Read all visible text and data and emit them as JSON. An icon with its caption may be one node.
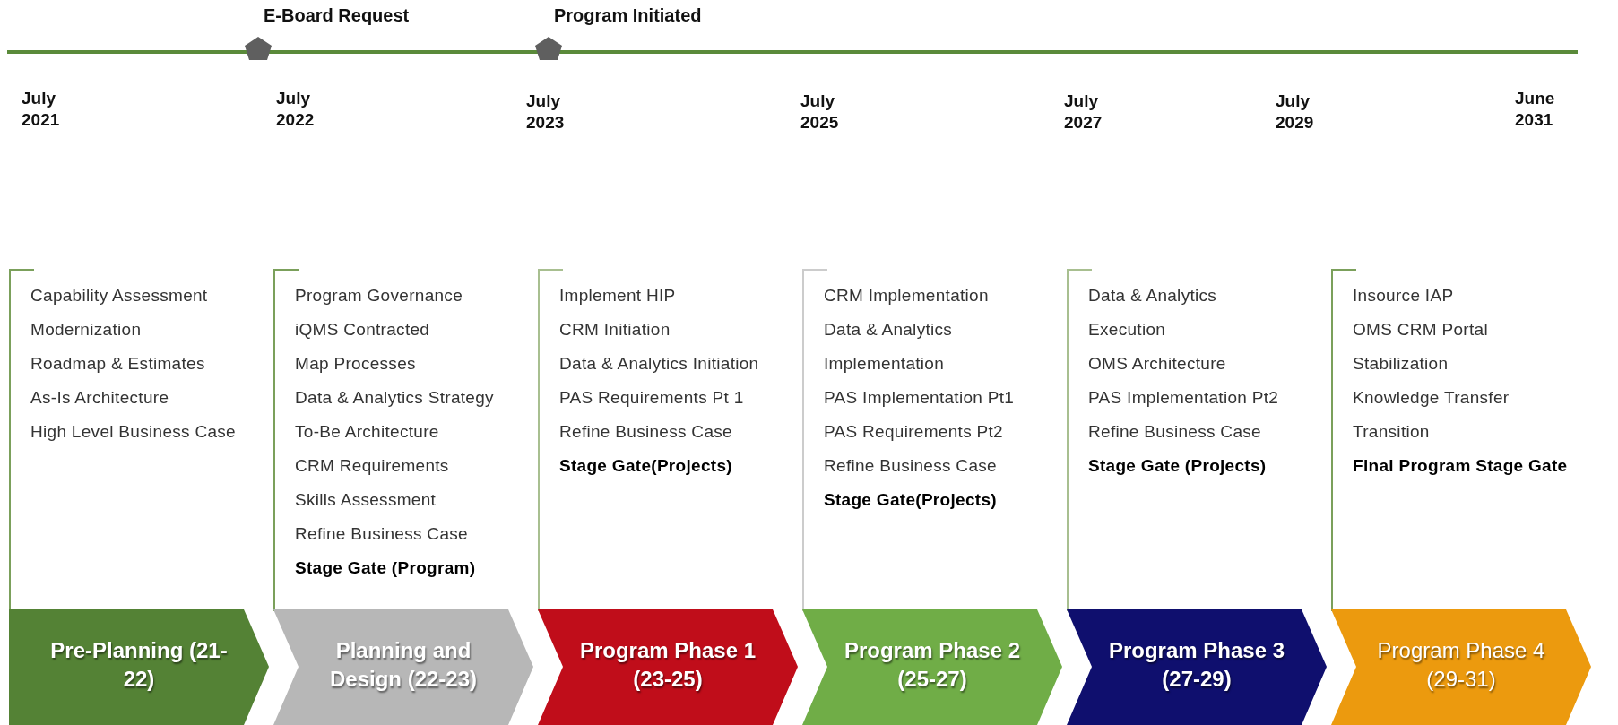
{
  "diagram": {
    "nodes": [
      {
        "text": [
          "E-Board Request"
        ]
      },
      {
        "text": [
          "Program Initiated"
        ]
      },
      {
        "text": [
          "Capability Assessment",
          "Modernization",
          "Roadmap & Estimates",
          "As-Is Architecture",
          "High Level Business Case"
        ]
      },
      {
        "text": [
          "Pre-Planning (21-22)"
        ]
      },
      {
        "text": [
          "Program Governance",
          "iQMS Contracted",
          "Map Processes",
          "Data & Analytics Strategy",
          "To-Be Architecture",
          "CRM Requirements",
          "Skills Assessment",
          "Refine Business Case",
          "Stage Gate (Program)"
        ]
      },
      {
        "text": [
          "Planning and Design (22-23)"
        ]
      },
      {
        "text": [
          "Implement HIP",
          "CRM Initiation",
          "Data & Analytics Initiation",
          "PAS Requirements Pt 1",
          "Refine Business Case",
          "Stage Gate(Projects)"
        ]
      },
      {
        "text": [
          "Program Phase 1 (23-25)"
        ]
      },
      {
        "text": [
          "CRM Implementation",
          "Data & Analytics",
          "Implementation",
          "PAS Implementation Pt1",
          "PAS Requirements Pt2",
          "Refine Business Case",
          "Stage Gate(Projects)"
        ]
      },
      {
        "text": [
          "Program Phase 2 (25-27)"
        ]
      },
      {
        "text": [
          "Data & Analytics",
          "Execution",
          "OMS Architecture",
          "PAS Implementation Pt2",
          "Refine Business Case",
          "Stage Gate (Projects)"
        ]
      },
      {
        "text": [
          "Program Phase 3 (27-29)"
        ]
      },
      {
        "text": [
          "Insource IAP",
          "OMS CRM Portal",
          "Stabilization",
          "Knowledge Transfer",
          "Transition",
          "Final Program Stage Gate"
        ]
      },
      {
        "text": [
          "Program Phase 4 (29-31)"
        ]
      }
    ],
    "labels": [
      "July 2021",
      "July 2022",
      "July 2023",
      "July 2025",
      "July 2027",
      "July 2029",
      "June 2031"
    ]
  }
}
